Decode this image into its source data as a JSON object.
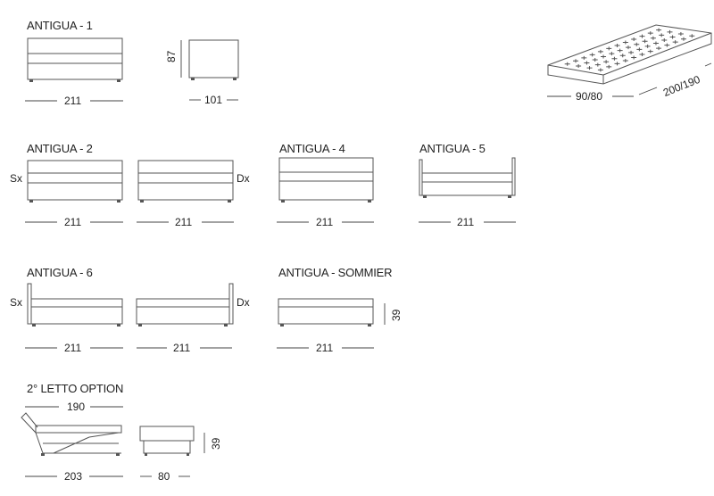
{
  "titles": {
    "a1": "ANTIGUA - 1",
    "a2": "ANTIGUA - 2",
    "a4": "ANTIGUA - 4",
    "a5": "ANTIGUA - 5",
    "a6": "ANTIGUA - 6",
    "sommier": "ANTIGUA - SOMMIER",
    "letto": "2° LETTO OPTION"
  },
  "dims": {
    "a1_width": "211",
    "a1_pouf_width": "101",
    "a1_pouf_height": "87",
    "mattress_width": "90/80",
    "mattress_length": "200/190",
    "a2_sx_width": "211",
    "a2_dx_width": "211",
    "a4_width": "211",
    "a5_width": "211",
    "a6_sx_width": "211",
    "a6_dx_width": "211",
    "sommier_width": "211",
    "sommier_height": "39",
    "letto_top": "190",
    "letto_width": "203",
    "letto_height": "39",
    "letto_pouf_width": "80"
  },
  "sides": {
    "sx": "Sx",
    "dx": "Dx"
  }
}
